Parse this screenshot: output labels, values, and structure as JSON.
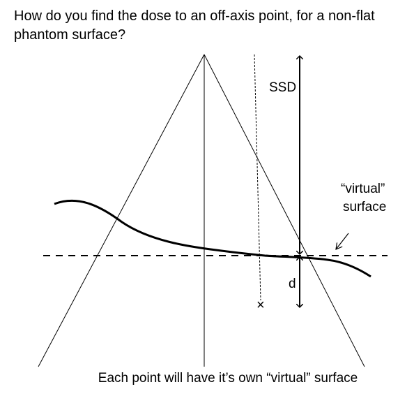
{
  "question": "How do you find the dose to an off-axis point, for a non-flat phantom surface?",
  "labels": {
    "ssd": "SSD",
    "depth": "d",
    "virtual_line1": "“virtual”",
    "virtual_line2": "surface",
    "point_marker": "×"
  },
  "caption": "Each point will have it’s own “virtual” surface",
  "colors": {
    "ink": "#000000",
    "background": "#ffffff"
  }
}
